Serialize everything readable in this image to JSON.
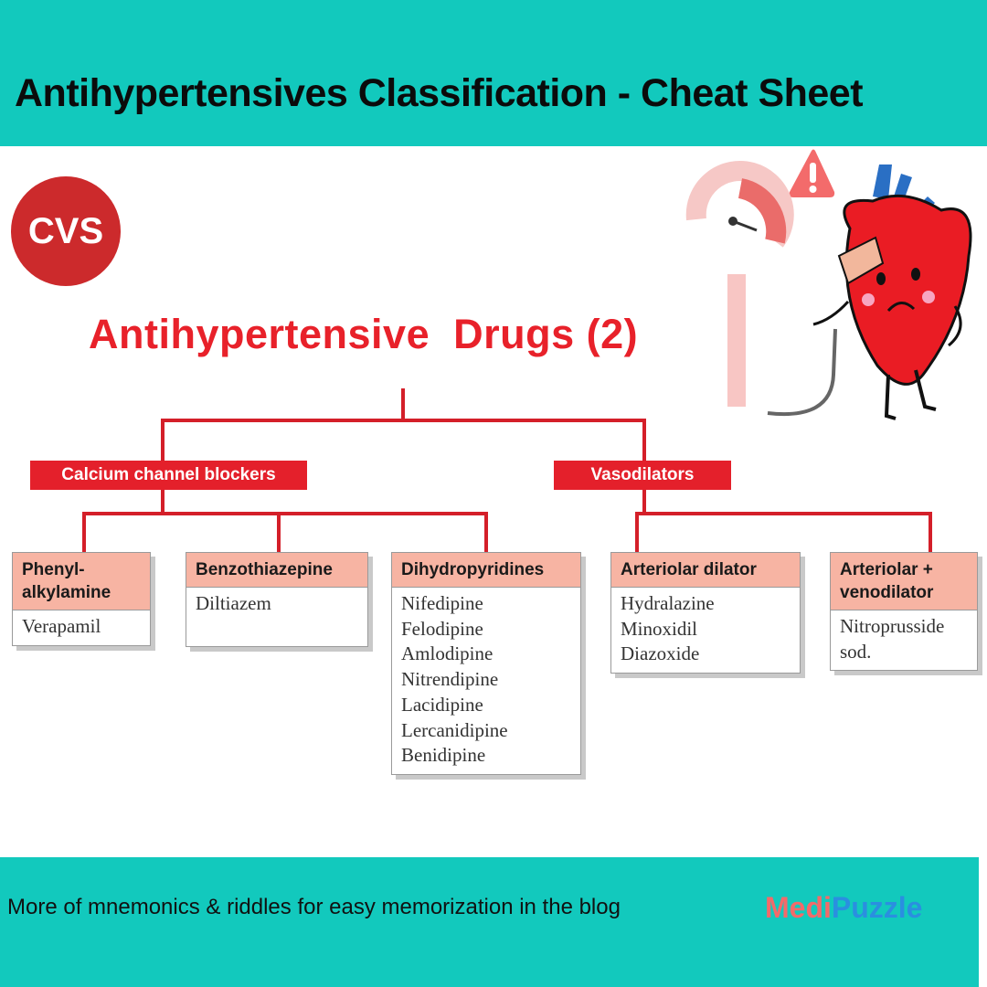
{
  "header": {
    "title": "Antihypertensives Classification - Cheat Sheet"
  },
  "badge": {
    "label": "CVS"
  },
  "diagram": {
    "title": "Antihypertensive  Drugs (2)",
    "categories": [
      {
        "label": "Calcium channel blockers",
        "groups": [
          {
            "title": "Phenyl-alkylamine",
            "drugs": [
              "Verapamil"
            ]
          },
          {
            "title": "Benzothiazepine",
            "drugs": [
              "Diltiazem"
            ]
          },
          {
            "title": "Dihydropyridines",
            "drugs": [
              "Nifedipine",
              "Felodipine",
              "Amlodipine",
              "Nitrendipine",
              "Lacidipine",
              "Lercanidipine",
              "Benidipine"
            ]
          }
        ]
      },
      {
        "label": "Vasodilators",
        "groups": [
          {
            "title": "Arteriolar dilator",
            "drugs": [
              "Hydralazine",
              "Minoxidil",
              "Diazoxide"
            ]
          },
          {
            "title": "Arteriolar + venodilator",
            "drugs": [
              "Nitroprusside sod."
            ]
          }
        ]
      }
    ]
  },
  "footer": {
    "text": "More of mnemonics & riddles for easy memorization in the blog",
    "brand_part1": "Medi",
    "brand_part2": "Puzzle"
  },
  "colors": {
    "teal": "#12c9bd",
    "red": "#e4202b",
    "box_header": "#f7b4a3",
    "badge_red": "#cc2a2c"
  },
  "icons": [
    "warning-icon",
    "blood-pressure-gauge-icon",
    "sad-heart-mascot-icon"
  ]
}
